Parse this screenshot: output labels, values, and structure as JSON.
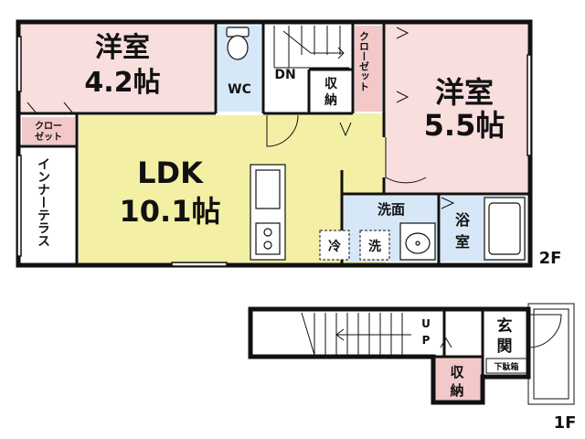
{
  "rooms": {
    "western1": {
      "name": "洋室",
      "size": "4.2帖"
    },
    "western2": {
      "name": "洋室",
      "size": "5.5帖"
    },
    "ldk": {
      "name": "LDK",
      "size": "10.1帖"
    },
    "wc": "WC",
    "dn": "DN",
    "storage1": [
      "収",
      "納"
    ],
    "closet1": "クローゼット",
    "closet2": [
      "クロー",
      "ゼット"
    ],
    "inner_terrace": "インナーテラス",
    "washroom": "洗面",
    "bath": [
      "浴",
      "室"
    ],
    "fridge": "冷",
    "washer": "洗",
    "storage2": [
      "収",
      "納"
    ],
    "entrance": [
      "玄",
      "関"
    ],
    "shoe_box": "下駄箱",
    "up": [
      "U",
      "P"
    ]
  },
  "floors": {
    "second": "2F",
    "first": "1F"
  },
  "colors": {
    "western": "#f9dede",
    "ldk": "#f3f0a6",
    "wet": "#d6e8f7",
    "storage": "#f2c8c8",
    "wall": "#111111"
  }
}
